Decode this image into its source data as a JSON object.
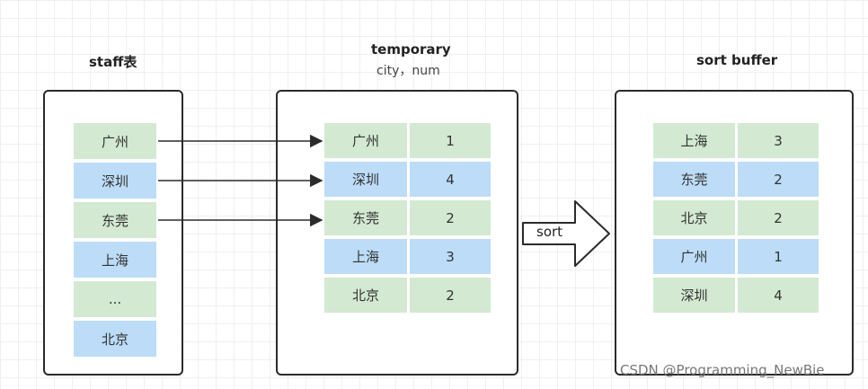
{
  "staff": {
    "title": "staff表",
    "items": [
      {
        "label": "广州",
        "color": "green"
      },
      {
        "label": "深圳",
        "color": "blue"
      },
      {
        "label": "东莞",
        "color": "green"
      },
      {
        "label": "上海",
        "color": "blue"
      },
      {
        "label": "...",
        "color": "green"
      },
      {
        "label": "北京",
        "color": "blue"
      }
    ]
  },
  "temporary": {
    "title": "temporary",
    "subtitle": "city，num",
    "rows": [
      {
        "city": "广州",
        "num": "1",
        "color": "green"
      },
      {
        "city": "深圳",
        "num": "4",
        "color": "blue"
      },
      {
        "city": "东莞",
        "num": "2",
        "color": "green"
      },
      {
        "city": "上海",
        "num": "3",
        "color": "blue"
      },
      {
        "city": "北京",
        "num": "2",
        "color": "green"
      }
    ]
  },
  "sort_buffer": {
    "title": "sort buffer",
    "rows": [
      {
        "city": "上海",
        "num": "3",
        "color": "green"
      },
      {
        "city": "东莞",
        "num": "2",
        "color": "blue"
      },
      {
        "city": "北京",
        "num": "2",
        "color": "green"
      },
      {
        "city": "广州",
        "num": "1",
        "color": "blue"
      },
      {
        "city": "深圳",
        "num": "4",
        "color": "green"
      }
    ]
  },
  "sort_label": "sort",
  "watermark": "CSDN @Programming_NewBie",
  "colors": {
    "green": "#d3e9d2",
    "blue": "#bcdcf7",
    "border": "#2b2b2b"
  }
}
